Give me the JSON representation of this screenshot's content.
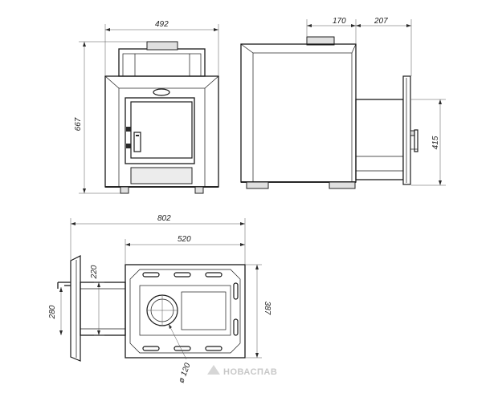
{
  "dimensions": {
    "front_width": "492",
    "front_height": "667",
    "chimney_width": "170",
    "tunnel_offset": "207",
    "tunnel_height": "415",
    "overall_length": "802",
    "body_length": "520",
    "tunnel_width": "220",
    "flange_height": "280",
    "body_width": "387",
    "flue_diameter": "ø 120"
  },
  "brand": {
    "text": "НОВАСПАВ"
  }
}
